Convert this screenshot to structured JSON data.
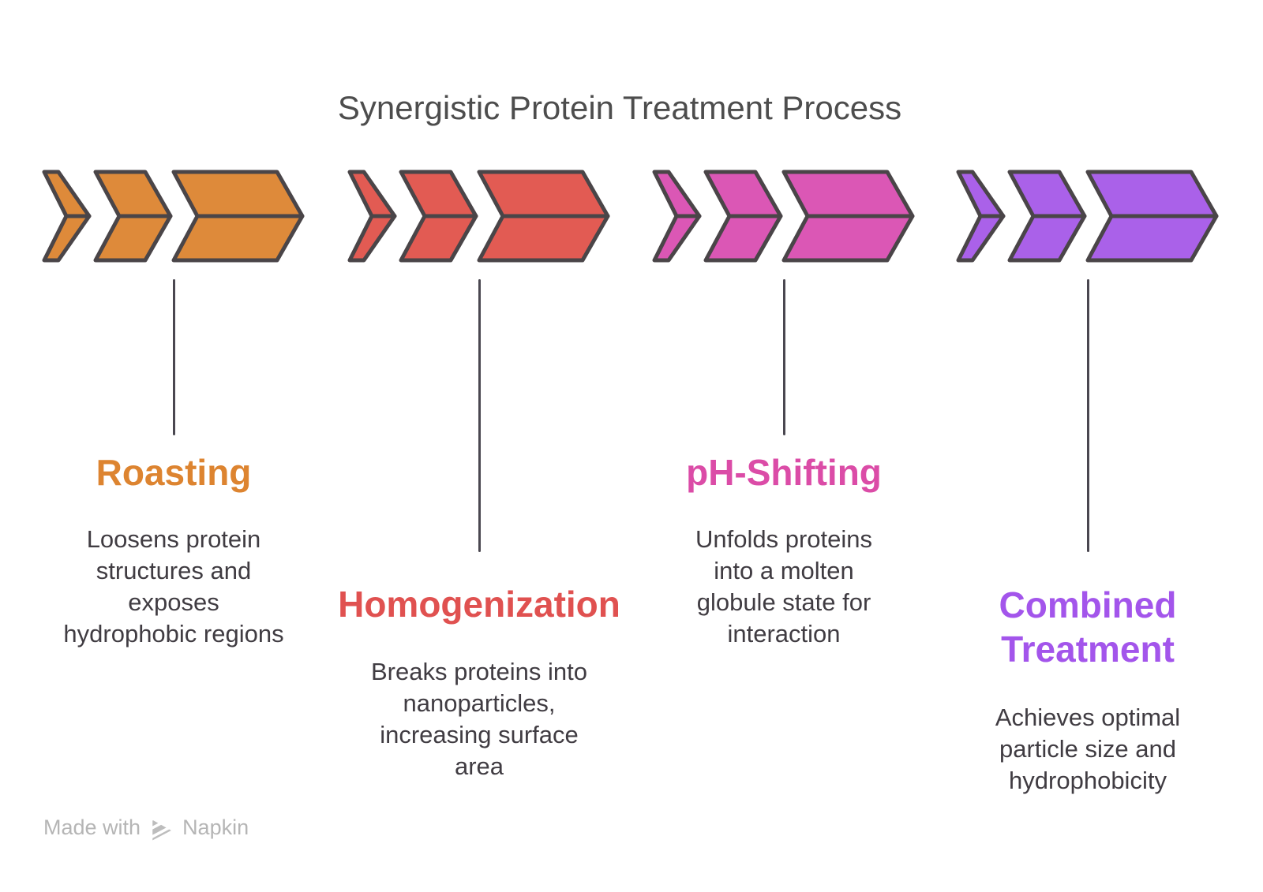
{
  "title": "Synergistic Protein Treatment Process",
  "steps": [
    {
      "name": "Roasting",
      "description": "Loosens protein\nstructures and\nexposes\nhydrophobic regions",
      "fill": "#DE8A3A",
      "title_color": "#DD8430",
      "connector": "short"
    },
    {
      "name": "Homogenization",
      "description": "Breaks proteins into\nnanoparticles,\nincreasing surface\narea",
      "fill": "#E25B53",
      "title_color": "#E05150",
      "connector": "long"
    },
    {
      "name": "pH-Shifting",
      "description": "Unfolds proteins\ninto a molten\nglobule state for\ninteraction",
      "fill": "#DB57B5",
      "title_color": "#DB4CA7",
      "connector": "short"
    },
    {
      "name": "Combined\nTreatment",
      "description": "Achieves optimal\nparticle size and\nhydrophobicity",
      "fill": "#AA61E9",
      "title_color": "#A355EB",
      "connector": "long"
    }
  ],
  "colors": {
    "outline": "#4A4548",
    "connector": "#4A4750",
    "main_title": "#4D4D4D",
    "description_text": "#403C42",
    "footer_text": "#B5B5B5",
    "footer_icon": "#BDBDBD"
  },
  "footer": {
    "made_with": "Made with",
    "brand": "Napkin",
    "icon": "napkin-logo-icon"
  }
}
